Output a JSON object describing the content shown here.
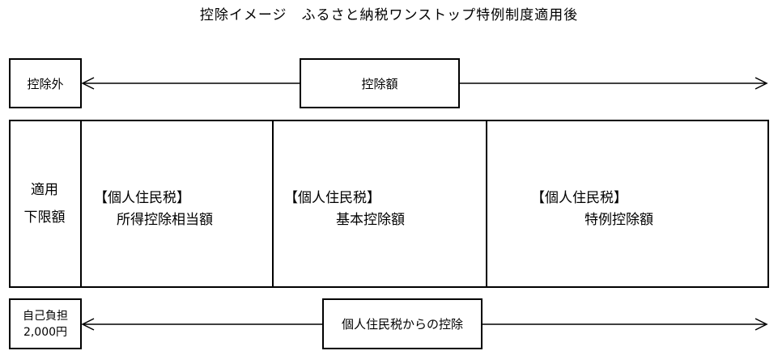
{
  "title": "控除イメージ　ふるさと納税ワンストップ特例制度適用後",
  "top_row": {
    "left_box": "控除外",
    "center_box": "控除額"
  },
  "main_row": {
    "col1": {
      "line1": "適用",
      "line2": "下限額"
    },
    "col2": {
      "line1": "【個人住民税】",
      "line2": "所得控除相当額"
    },
    "col3": {
      "line1": "【個人住民税】",
      "line2": "基本控除額"
    },
    "col4": {
      "line1": "【個人住民税】",
      "line2": "特例控除額"
    }
  },
  "bottom_row": {
    "left_box": {
      "line1": "自己負担",
      "line2": "2,000円"
    },
    "center_box": "個人住民税からの控除"
  }
}
